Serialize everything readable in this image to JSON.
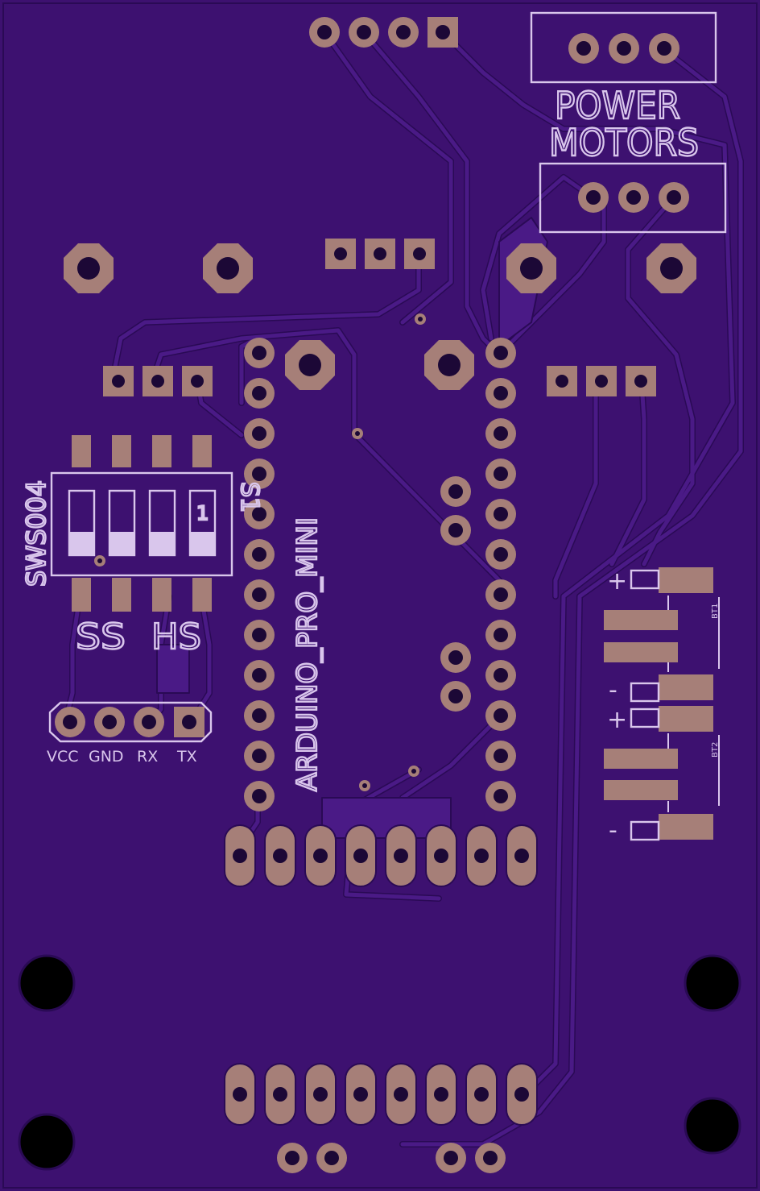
{
  "board": {
    "colors": {
      "substrate": "#3d1170",
      "trace": "#4a1a86",
      "trace_edge": "#2a0a55",
      "copper": "#a67f78",
      "drill": "#1c0836",
      "silkscreen": "#d9c6ec",
      "mount_hole": "#000000"
    },
    "labels": {
      "power": "POWER",
      "motors": "MOTORS",
      "arduino": "ARDUINO_PRO_MINI",
      "switch_part": "SWS004",
      "switch_side": "S1",
      "switch_pos1": "1",
      "ss": "SS",
      "hs": "HS",
      "vcc": "VCC",
      "gnd": "GND",
      "rx": "RX",
      "tx": "TX",
      "bt1": "BT1",
      "bt2": "BT2",
      "plus": "+",
      "minus": "-"
    }
  }
}
